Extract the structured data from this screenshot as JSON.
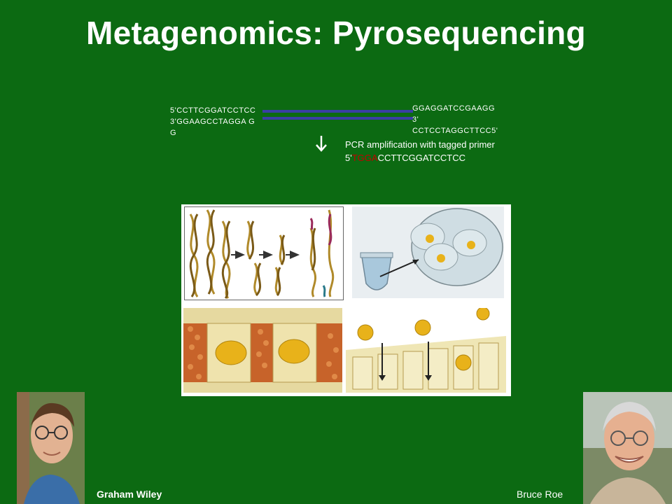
{
  "slide": {
    "title": "Metagenomics: Pyrosequencing"
  },
  "sequences": {
    "left_top": "5'CCTTCGGATCCTCC",
    "left_bottom": "3'GGAAGCCTAGGA G",
    "left_wrap": "G",
    "right_top": "GGAGGATCCGAAGG",
    "right_mid": "3'",
    "right_bottom": "CCTCCTAGGCTTCC5'"
  },
  "pcr": {
    "label": "PCR amplification with tagged primer",
    "primer_prefix": "5'",
    "primer_tag": "TGGA",
    "primer_rest": "CCTTCGGATCCTCC"
  },
  "people": {
    "left_name": "Graham Wiley",
    "right_name": "Bruce Roe"
  },
  "colors": {
    "background": "#0c6a12",
    "strand": "#3a3fa6",
    "tag": "#c40000"
  },
  "icons": {
    "down_arrow": "arrow-down-icon"
  }
}
